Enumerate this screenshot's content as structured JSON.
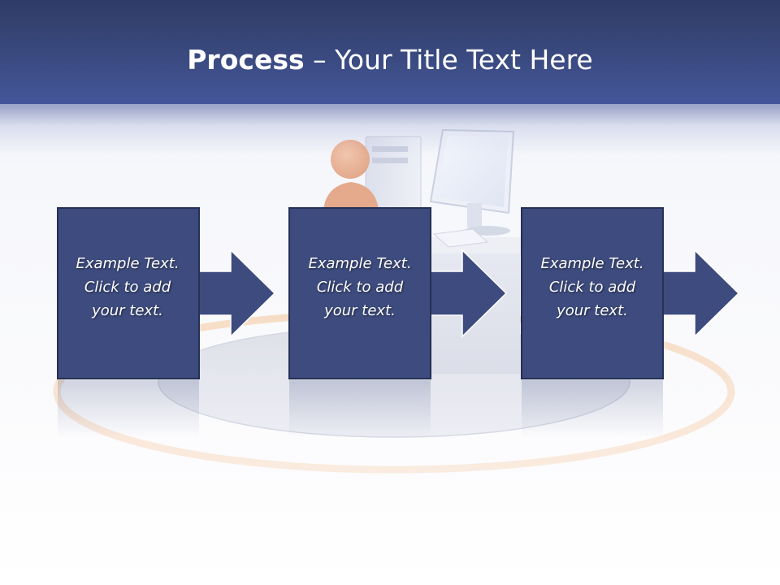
{
  "title": {
    "bold": "Process",
    "rest": " – Your Title Text Here"
  },
  "steps": [
    {
      "lines": [
        "Example Text.",
        "Click  to add",
        "your text."
      ]
    },
    {
      "lines": [
        "Example Text.",
        "Click  to add",
        "your text."
      ]
    },
    {
      "lines": [
        "Example Text.",
        "Click  to add",
        "your text."
      ]
    }
  ],
  "colors": {
    "header": "#3a4a80",
    "box_fill": "#3d4b7e",
    "box_border": "#243056",
    "ring": "#f0a860",
    "figure": "#e06a28"
  },
  "icons": [
    "person-at-computer-illustration",
    "right-arrow-icon"
  ]
}
